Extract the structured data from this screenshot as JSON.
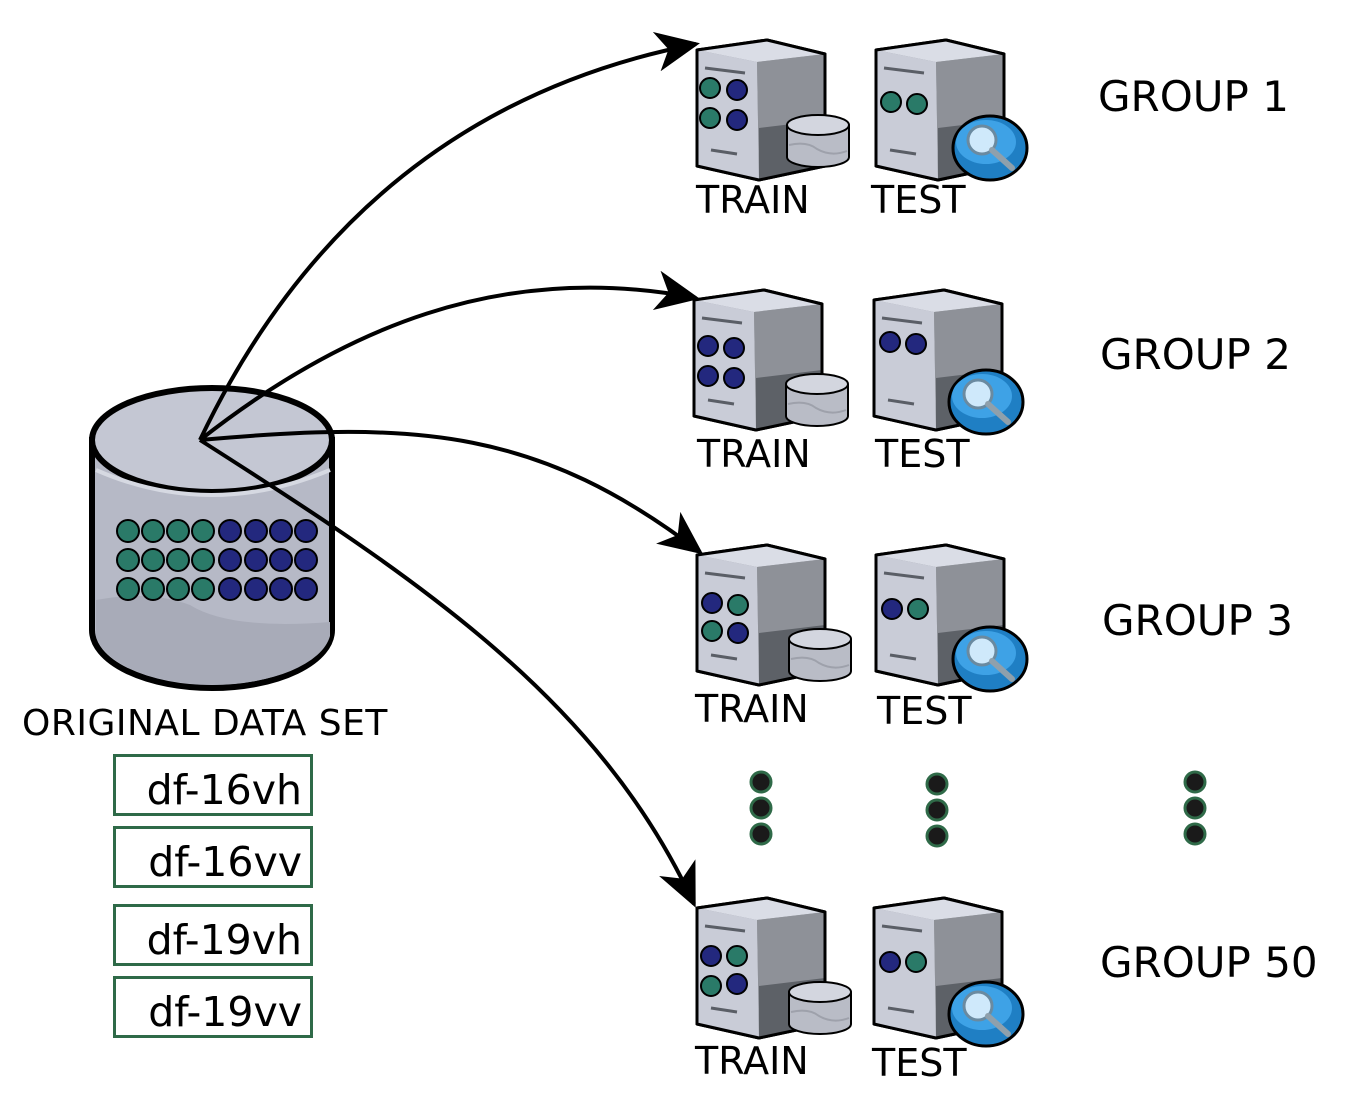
{
  "original": {
    "label": "ORIGINAL DATA SET",
    "datasets": [
      "df-16vh",
      "df-16vv",
      "df-19vh",
      "df-19vv"
    ]
  },
  "groups": [
    {
      "label": "GROUP 1",
      "train_label": "TRAIN",
      "test_label": "TEST"
    },
    {
      "label": "GROUP 2",
      "train_label": "TRAIN",
      "test_label": "TEST"
    },
    {
      "label": "GROUP 3",
      "train_label": "TRAIN",
      "test_label": "TEST"
    },
    {
      "label": "GROUP 50",
      "train_label": "TRAIN",
      "test_label": "TEST"
    }
  ],
  "colors": {
    "teal_dot": "#2a7a68",
    "navy_dot": "#23287e",
    "server_light": "#c9ccd7",
    "server_dark": "#5d6167",
    "box_border": "#2f6a48",
    "magnifier": "#2a8fd6"
  },
  "icons": [
    "database-icon",
    "server-icon",
    "magnifier-icon",
    "ellipsis-icon"
  ]
}
